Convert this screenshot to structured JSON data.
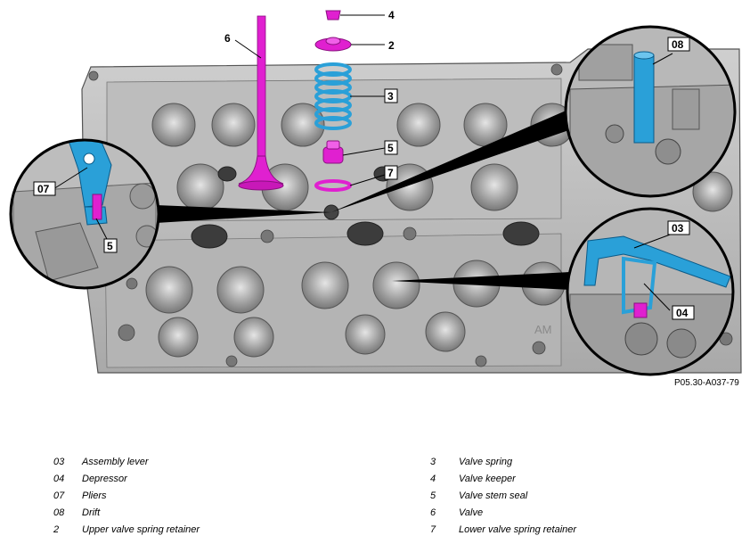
{
  "figure_code": "P05.30-A037-79",
  "callouts": {
    "c4": "4",
    "c2": "2",
    "c3": "3",
    "c5": "5",
    "c7": "7",
    "c6": "6",
    "c07": "07",
    "c5b": "5",
    "c08": "08",
    "c03": "03",
    "c04": "04"
  },
  "legend": [
    {
      "num": "03",
      "text": "Assembly lever"
    },
    {
      "num": "04",
      "text": "Depressor"
    },
    {
      "num": "07",
      "text": "Pliers"
    },
    {
      "num": "08",
      "text": "Drift"
    },
    {
      "num": "2",
      "text": "Upper valve spring retainer"
    },
    {
      "num": "3",
      "text": "Valve spring"
    },
    {
      "num": "4",
      "text": "Valve keeper"
    },
    {
      "num": "5",
      "text": "Valve stem seal"
    },
    {
      "num": "6",
      "text": "Valve"
    },
    {
      "num": "7",
      "text": "Lower valve spring retainer"
    }
  ],
  "engraved_text": "AM"
}
